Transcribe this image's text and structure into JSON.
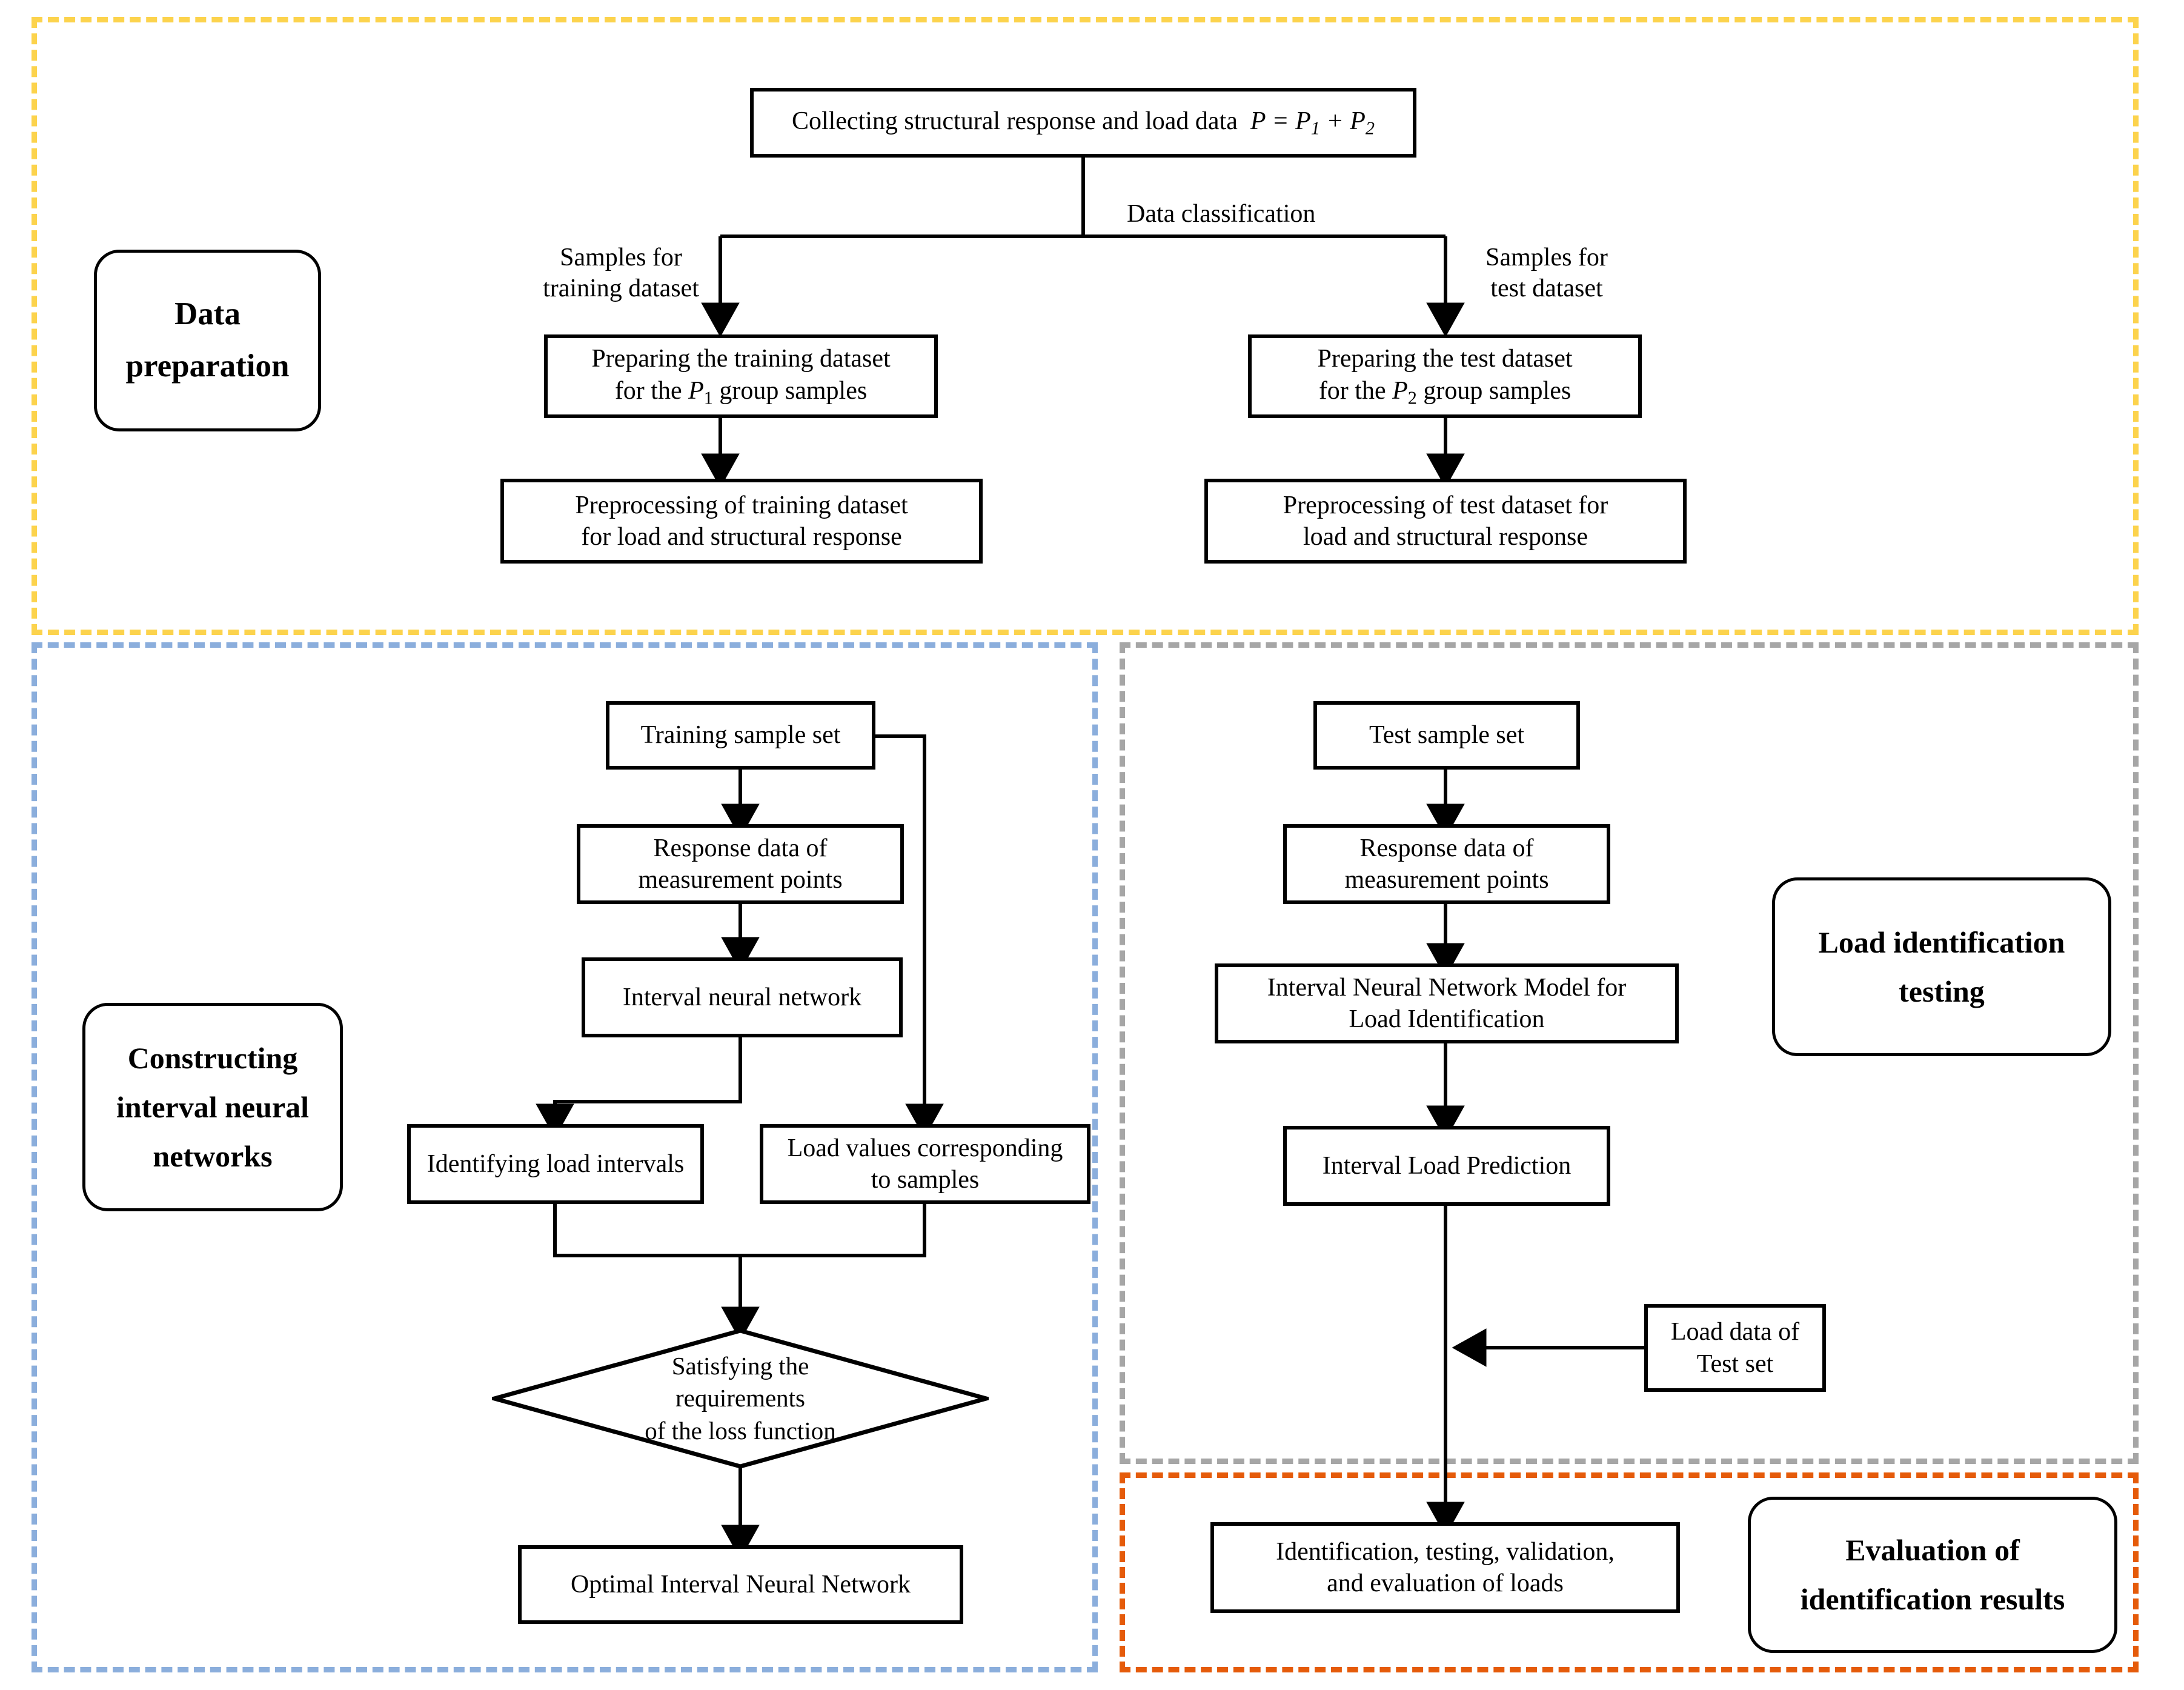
{
  "diagram": {
    "title": "Interval neural network load identification workflow",
    "colors": {
      "data_preparation_border": "#FCD34D",
      "constructing_border": "#8BAEDC",
      "load_testing_border": "#A6A6A6",
      "evaluation_border": "#E55B0A",
      "node_border": "#000000",
      "background": "#FFFFFF"
    },
    "stage_labels": {
      "data_preparation": "Data\npreparation",
      "constructing": "Constructing\ninterval neural\nnetworks",
      "load_identification_testing": "Load identification\ntesting",
      "evaluation": "Evaluation of\nidentification results"
    },
    "nodes": {
      "collect": {
        "text": "Collecting structural response and load data",
        "formula": "P = P1 + P2"
      },
      "prepare_train": {
        "line1": "Preparing the training dataset",
        "line2_pre": "for the ",
        "line2_var": "P",
        "line2_sub": "1",
        "line2_post": " group samples"
      },
      "prepare_test": {
        "line1": "Preparing the test dataset",
        "line2_pre": "for the ",
        "line2_var": "P",
        "line2_sub": "2",
        "line2_post": " group samples"
      },
      "preprocess_train": "Preprocessing of training dataset\nfor load and structural response",
      "preprocess_test": "Preprocessing of test dataset for\nload and structural response",
      "train_sample_set": "Training sample set",
      "test_sample_set": "Test sample set",
      "response_left": "Response data of\nmeasurement points",
      "response_right": "Response data of\nmeasurement points",
      "interval_nn": "Interval neural network",
      "inn_model": "Interval Neural Network Model for\nLoad Identification",
      "identify_intervals": "Identifying load intervals",
      "load_values": "Load values corresponding\nto samples",
      "interval_pred": "Interval Load Prediction",
      "loss_decision": "Satisfying the\nrequirements\nof the loss function",
      "optimal_inn": "Optimal Interval Neural Network",
      "load_data_test": "Load data of\nTest set",
      "identification_eval": "Identification, testing, validation,\nand evaluation of loads"
    },
    "edge_labels": {
      "data_classification": "Data classification",
      "samples_training": "Samples for\ntraining dataset",
      "samples_test": "Samples for\ntest dataset"
    }
  }
}
